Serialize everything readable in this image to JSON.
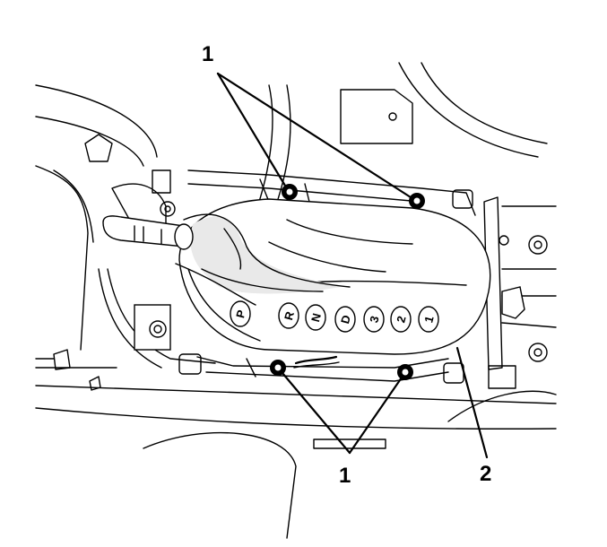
{
  "callouts": {
    "top_fasteners": "1",
    "bottom_fasteners": "1",
    "shifter_cover": "2"
  },
  "gear_positions": [
    "P",
    "R",
    "N",
    "D",
    "3",
    "2",
    "1"
  ]
}
